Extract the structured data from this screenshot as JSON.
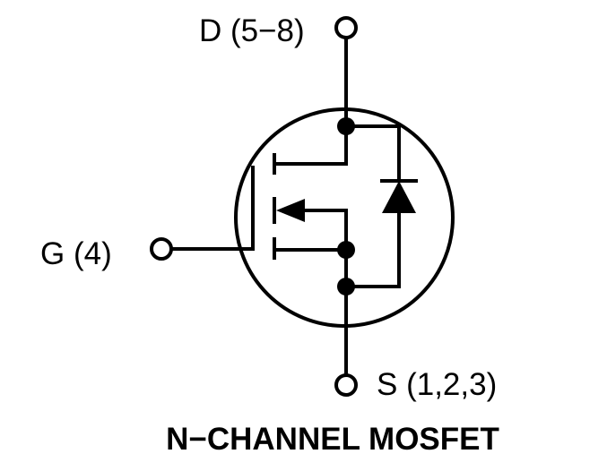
{
  "schematic": {
    "drain_label": "D (5−8)",
    "gate_label": "G (4)",
    "source_label": "S (1,2,3)",
    "caption": "N−CHANNEL MOSFET",
    "line_color": "#000000",
    "background_color": "#ffffff",
    "icons": {
      "terminal": "open-circle-icon",
      "junction": "filled-dot-icon",
      "body_diode": "diode-icon",
      "channel_arrow": "arrow-left-icon"
    }
  }
}
